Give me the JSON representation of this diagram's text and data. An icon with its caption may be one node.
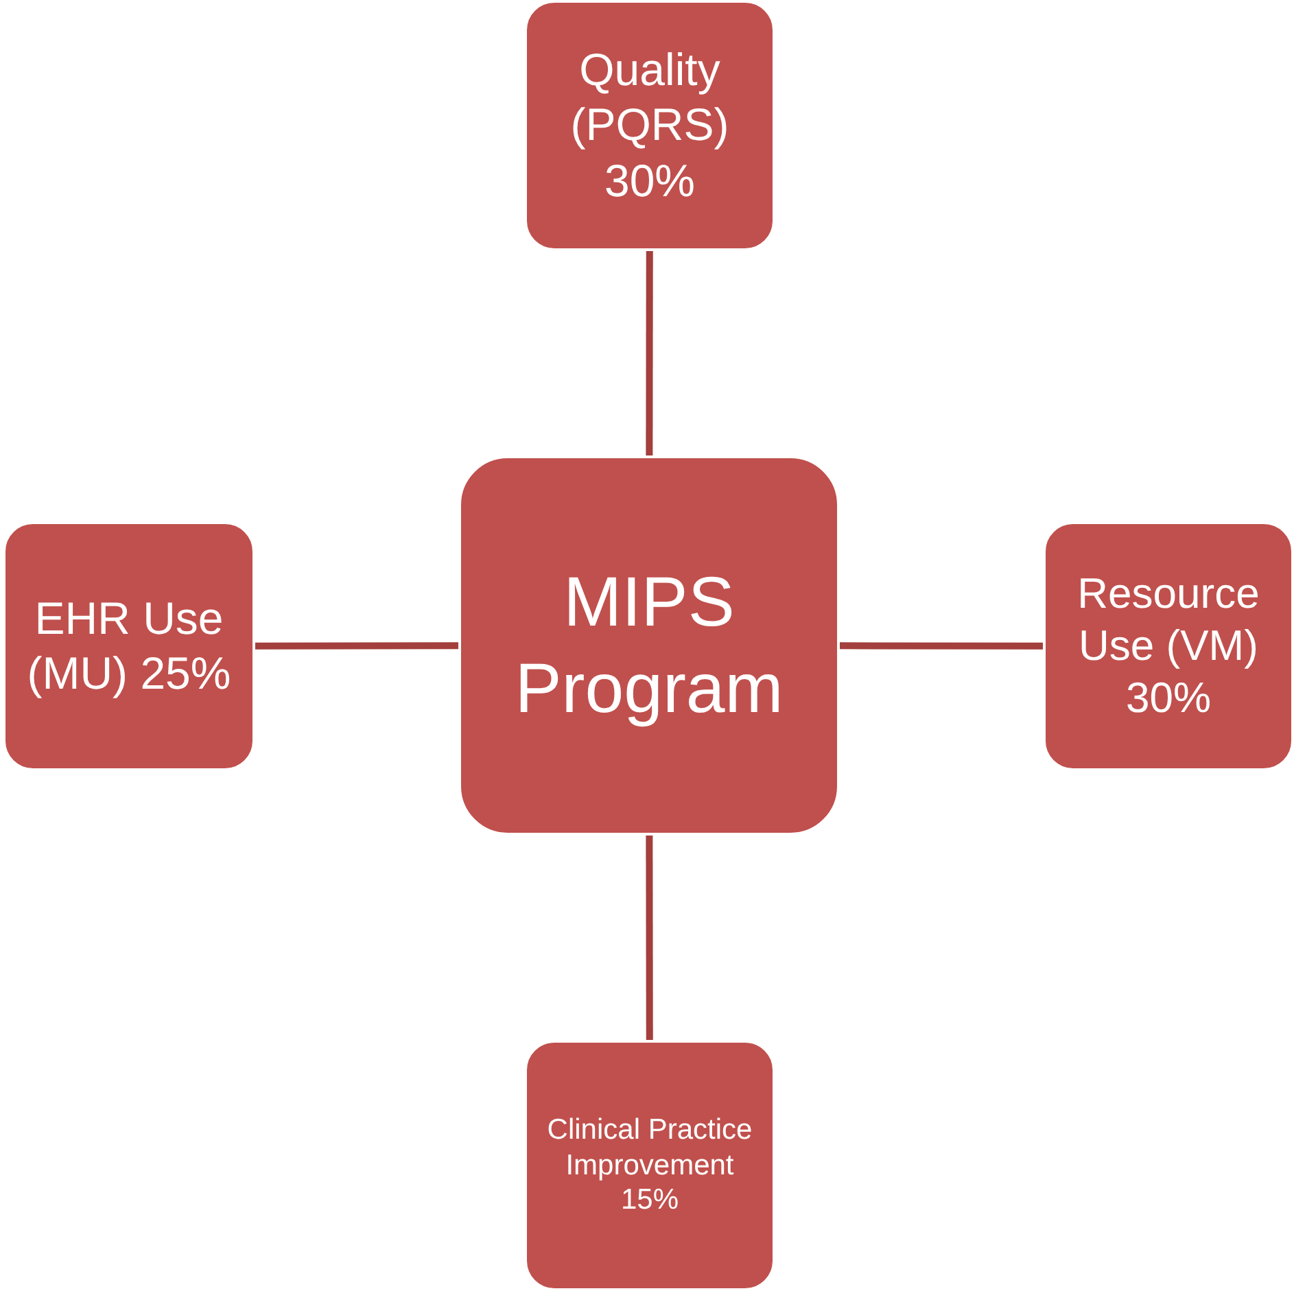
{
  "diagram": {
    "nodes": [
      {
        "text": [
          "Quality (PQRS) 30%"
        ]
      },
      {
        "text": [
          "EHR Use (MU) 25%"
        ]
      },
      {
        "text": [
          "MIPS Program"
        ]
      },
      {
        "text": [
          "Resource Use (VM) 30%"
        ]
      },
      {
        "text": [
          "Clinical Practice Improvement 15%"
        ]
      }
    ],
    "edges": [
      {
        "from": 2,
        "to": 0,
        "arrow": "none"
      },
      {
        "from": 2,
        "to": 1,
        "arrow": "none"
      },
      {
        "from": 2,
        "to": 3,
        "arrow": "none"
      },
      {
        "from": 2,
        "to": 4,
        "arrow": "none"
      }
    ]
  }
}
